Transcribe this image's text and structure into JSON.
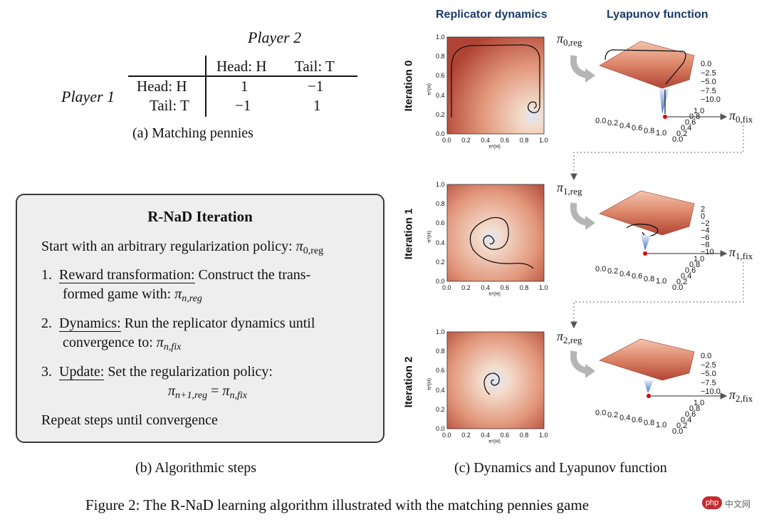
{
  "payoff": {
    "player2": "Player 2",
    "player1": "Player 1",
    "col_headers": [
      "Head: H",
      "Tail: T"
    ],
    "row_headers": [
      "Head: H",
      "Tail: T"
    ],
    "cells": [
      [
        "1",
        "−1"
      ],
      [
        "−1",
        "1"
      ]
    ],
    "caption": "(a) Matching pennies"
  },
  "rnad": {
    "title": "R-NaD Iteration",
    "start": "Start with an arbitrary regularization policy:",
    "start_pi": "π",
    "start_sub": "0,reg",
    "steps": [
      {
        "num": "1.",
        "label": "Reward transformation:",
        "text1": " Construct the trans-",
        "text2": "formed game with: ",
        "pi": "π",
        "sub": "n,reg"
      },
      {
        "num": "2.",
        "label": "Dynamics:",
        "text1": " Run the replicator dynamics until",
        "text2": "convergence to: ",
        "pi": "π",
        "sub": "n,fix"
      },
      {
        "num": "3.",
        "label": "Update:",
        "text1": " Set the regularization policy:",
        "eq_lhs": "π",
        "eq_lhs_sub": "n+1,reg",
        "eq_mid": " = ",
        "eq_rhs": "π",
        "eq_rhs_sub": "n,fix"
      }
    ],
    "repeat": "Repeat steps until convergence",
    "caption": "(b) Algorithmic steps"
  },
  "panels": {
    "col1_title": "Replicator dynamics",
    "col2_title": "Lyapunov function",
    "iterations": [
      "Iteration 0",
      "Iteration 1",
      "Iteration 2"
    ],
    "x_ticks": [
      "0.0",
      "0.2",
      "0.4",
      "0.6",
      "0.8",
      "1.0"
    ],
    "y_ticks": [
      "0.0",
      "0.2",
      "0.4",
      "0.6",
      "0.8",
      "1.0"
    ],
    "xlabel": "π¹(H)",
    "ylabel": "π²(H)",
    "pi_reg": [
      {
        "pi": "π",
        "sub": "0,reg"
      },
      {
        "pi": "π",
        "sub": "1,reg"
      },
      {
        "pi": "π",
        "sub": "2,reg"
      }
    ],
    "pi_fix": [
      {
        "pi": "π",
        "sub": "0,fix"
      },
      {
        "pi": "π",
        "sub": "1,fix"
      },
      {
        "pi": "π",
        "sub": "2,fix"
      }
    ],
    "z_ticks": [
      [
        "0.0",
        "−2.5",
        "−5.0",
        "−7.5",
        "−10.0"
      ],
      [
        "2",
        "0",
        "−2",
        "−4",
        "−6",
        "−8",
        "−10"
      ],
      [
        "0.0",
        "−2.5",
        "−5.0",
        "−7.5",
        "−10.0"
      ]
    ],
    "caption": "(c) Dynamics and Lyapunov function"
  },
  "figure_caption": "Figure 2: The R-NaD learning algorithm illustrated with the matching pennies game",
  "watermark": "中文网",
  "watermark_logo": "php",
  "colors": {
    "heat_dark": "#b5493a",
    "heat_light": "#f3d6c6",
    "center_blue": "#cfe0f7",
    "accent_title": "#1b3a6b",
    "marker": "#e00000"
  }
}
